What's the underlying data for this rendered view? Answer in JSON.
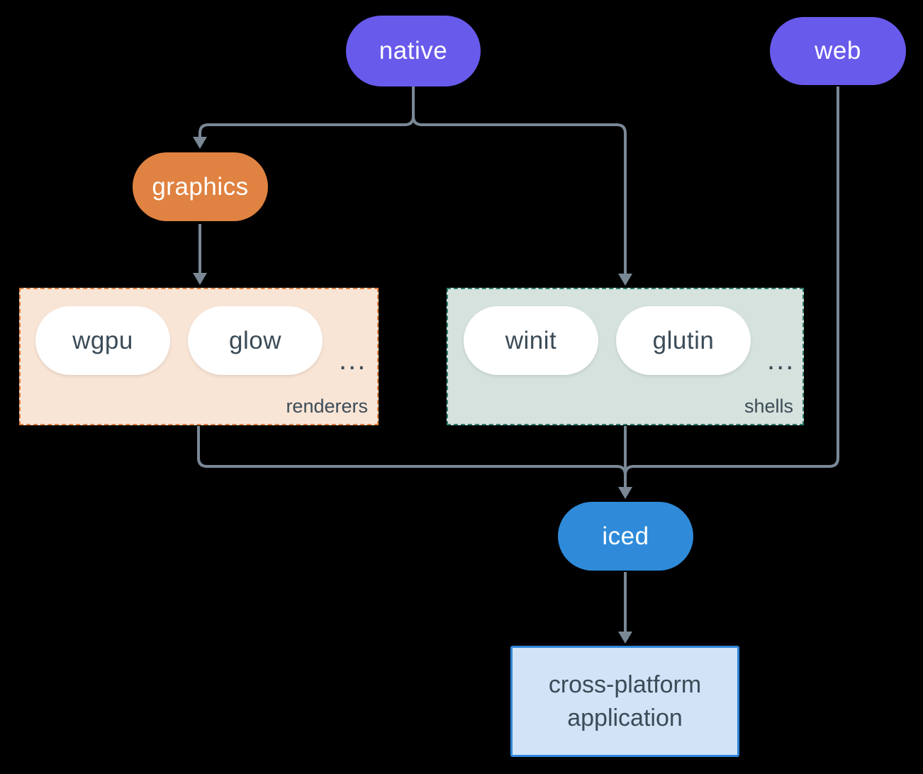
{
  "colors": {
    "background": "#000000",
    "line": "#7A8896",
    "text_dark": "#3B4B57",
    "text_light": "#FFFFFF",
    "purple": "#685AEB",
    "orange": "#E08241",
    "blue": "#2F8BD9",
    "peach_fill": "#F9E5D6",
    "peach_border": "#E0813F",
    "green_fill": "#D5E2DD",
    "green_border": "#2E7D6E",
    "lightblue_fill": "#D2E3F7",
    "lightblue_border": "#2F86D9",
    "pill_white": "#FFFFFF"
  },
  "nodes": {
    "native": {
      "label": "native"
    },
    "web": {
      "label": "web"
    },
    "graphics": {
      "label": "graphics"
    },
    "iced": {
      "label": "iced"
    },
    "application": {
      "label": "cross-platform application"
    }
  },
  "groups": {
    "renderers": {
      "label": "renderers",
      "items": [
        "wgpu",
        "glow"
      ],
      "more": "..."
    },
    "shells": {
      "label": "shells",
      "items": [
        "winit",
        "glutin"
      ],
      "more": "..."
    }
  },
  "edges": [
    {
      "from": "native",
      "to": "graphics"
    },
    {
      "from": "native",
      "to": "shells"
    },
    {
      "from": "graphics",
      "to": "renderers"
    },
    {
      "from": "renderers",
      "to": "iced"
    },
    {
      "from": "shells",
      "to": "iced"
    },
    {
      "from": "web",
      "to": "iced"
    },
    {
      "from": "iced",
      "to": "application"
    }
  ]
}
